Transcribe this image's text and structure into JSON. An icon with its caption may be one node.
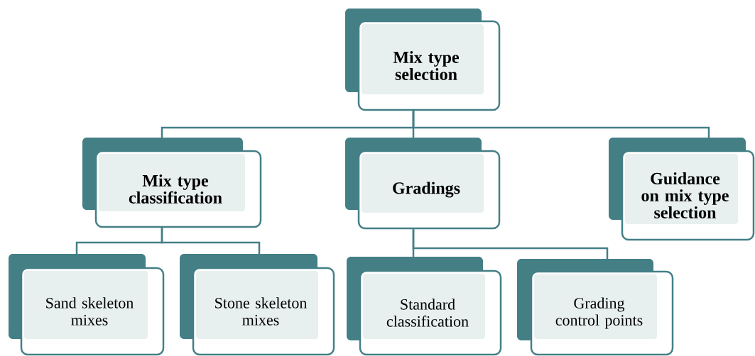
{
  "diagram": {
    "nodes": [
      {
        "text": [
          "Mix type selection"
        ]
      },
      {
        "text": [
          "Mix type classification"
        ]
      },
      {
        "text": [
          "Gradings"
        ]
      },
      {
        "text": [
          "Guidance on mix type selection"
        ]
      },
      {
        "text": [
          "Sand skeleton mixes"
        ]
      },
      {
        "text": [
          "Stone skeleton mixes"
        ]
      },
      {
        "text": [
          "Standard classification"
        ]
      },
      {
        "text": [
          "Grading control points"
        ]
      }
    ],
    "edges": [
      {
        "from": 0,
        "to": 1,
        "arrow": "none"
      },
      {
        "from": 0,
        "to": 2,
        "arrow": "none"
      },
      {
        "from": 0,
        "to": 3,
        "arrow": "none"
      },
      {
        "from": 1,
        "to": 4,
        "arrow": "none"
      },
      {
        "from": 1,
        "to": 5,
        "arrow": "none"
      },
      {
        "from": 2,
        "to": 6,
        "arrow": "none"
      },
      {
        "from": 2,
        "to": 7,
        "arrow": "none"
      }
    ]
  }
}
